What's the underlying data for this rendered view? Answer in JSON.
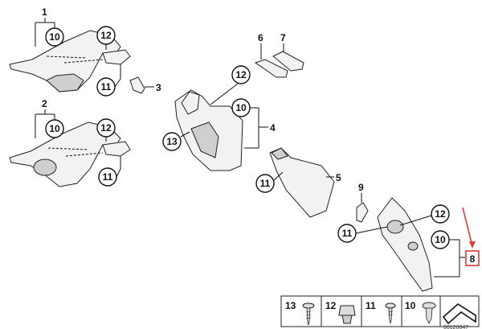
{
  "diagram": {
    "part_numbers": {
      "p1": "1",
      "p2": "2",
      "p3": "3",
      "p4": "4",
      "p5": "5",
      "p6": "6",
      "p7": "7",
      "p8": "8",
      "p9": "9"
    },
    "callouts": {
      "c10": "10",
      "c11": "11",
      "c12": "12",
      "c13": "13"
    },
    "highlight_color": "#e53935",
    "legend": [
      {
        "label": "13",
        "icon": "screw-icon"
      },
      {
        "label": "12",
        "icon": "clip-nut-icon"
      },
      {
        "label": "11",
        "icon": "screw-icon"
      },
      {
        "label": "10",
        "icon": "expanding-rivet-icon"
      }
    ],
    "image_id": "00120047"
  }
}
